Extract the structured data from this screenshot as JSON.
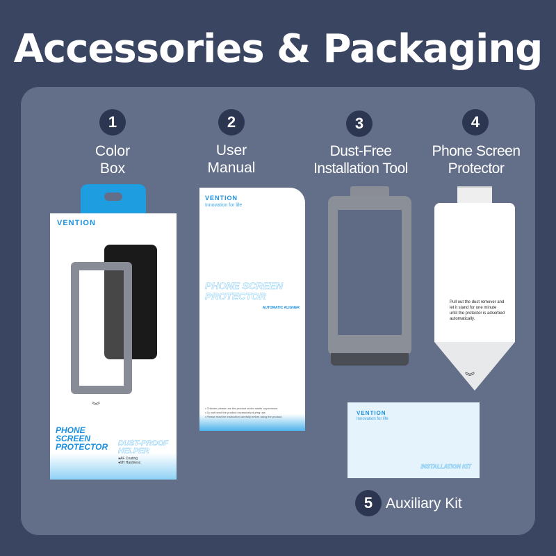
{
  "title": "Accessories & Packaging",
  "items": [
    {
      "number": "1",
      "label_line1": "Color",
      "label_line2": "Box"
    },
    {
      "number": "2",
      "label_line1": "User",
      "label_line2": "Manual"
    },
    {
      "number": "3",
      "label_line1": "Dust-Free",
      "label_line2": "Installation Tool"
    },
    {
      "number": "4",
      "label_line1": "Phone Screen",
      "label_line2": "Protector"
    },
    {
      "number": "5",
      "label_line1": "Auxiliary Kit"
    }
  ],
  "box": {
    "brand": "VENTION",
    "product_line1": "PHONE",
    "product_line2": "SCREEN",
    "product_line3": "PROTECTOR",
    "outline_line1": "DUST-PROOF",
    "outline_line2": "HELPER",
    "feature1": "●AF Coating",
    "feature2": "●9H Hardness"
  },
  "manual": {
    "brand": "VENTION",
    "tagline": "Innovation for life",
    "heading_line1": "PHONE SCREEN",
    "heading_line2": "PROTECTOR",
    "subheading": "AUTOMATIC ALIGNER",
    "notes": [
      "• Children please use the product under adults' supervision.",
      "• Do not bend the product excessively during use.",
      "• Please read the instruction carefully before using the product."
    ]
  },
  "protector": {
    "instruction": "Pull out the dust remover and let it stand for one minute until the protector is adsorbed automatically."
  },
  "kit": {
    "brand": "VENTION",
    "tagline": "Innovation for life",
    "label": "INSTALLATION KIT"
  },
  "colors": {
    "background": "#3a4561",
    "panel": "#636e89",
    "badge": "#2c3651",
    "accent": "#1a8fe0"
  }
}
